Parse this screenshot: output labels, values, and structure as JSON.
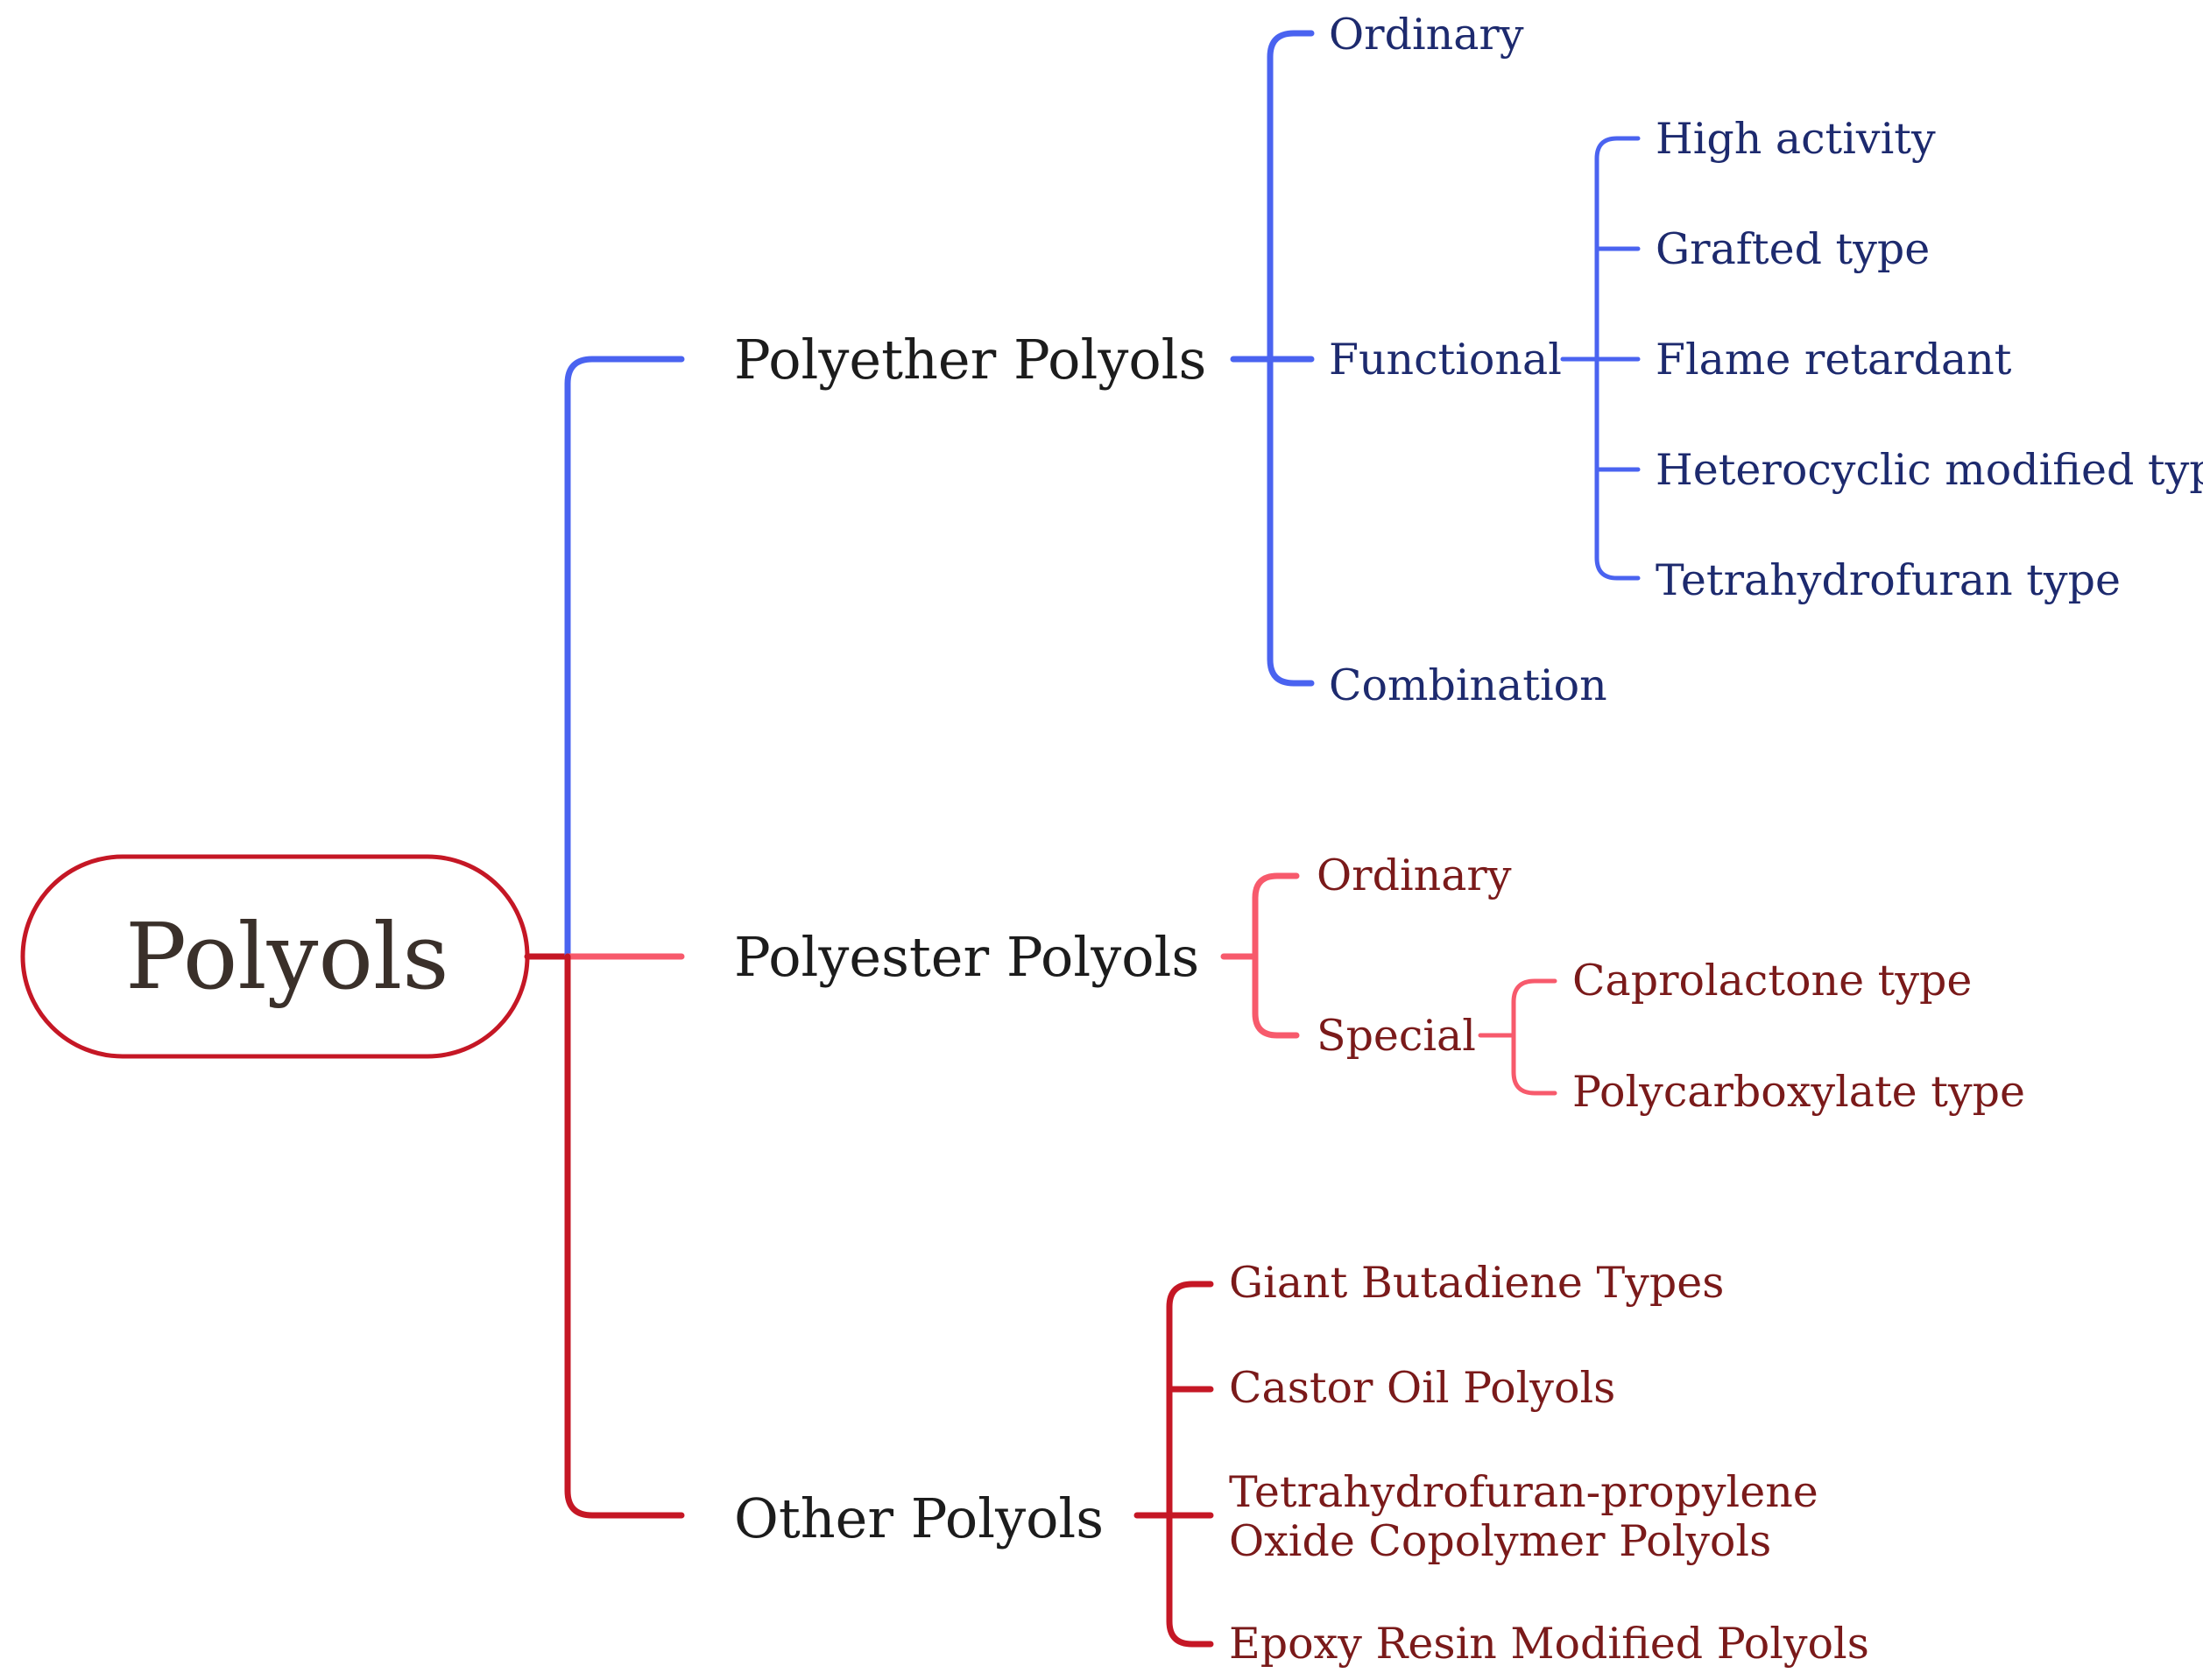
{
  "colors": {
    "blue_branch": "#4a63f0",
    "pink_branch": "#f75a6c",
    "red_branch": "#c51725",
    "blue_text": "#1d2a6e",
    "red_text": "#7a1a1a"
  },
  "root": {
    "label": "Polyols"
  },
  "branches": {
    "polyether": {
      "label": "Polyether Polyols",
      "ordinary": "Ordinary",
      "functional": {
        "label": "Functional",
        "children": [
          "High activity",
          "Grafted type",
          "Flame retardant",
          "Heterocyclic modified type",
          "Tetrahydrofuran type"
        ]
      },
      "combination": "Combination"
    },
    "polyester": {
      "label": "Polyester Polyols",
      "ordinary": "Ordinary",
      "special": {
        "label": "Special",
        "children": [
          "Caprolactone type",
          "Polycarboxylate type"
        ]
      }
    },
    "other": {
      "label": "Other Polyols",
      "children": [
        "Giant Butadiene Types",
        "Castor Oil Polyols",
        "Tetrahydrofuran-propylene Oxide Copolymer Polyols",
        "Epoxy Resin Modified Polyols"
      ]
    }
  }
}
